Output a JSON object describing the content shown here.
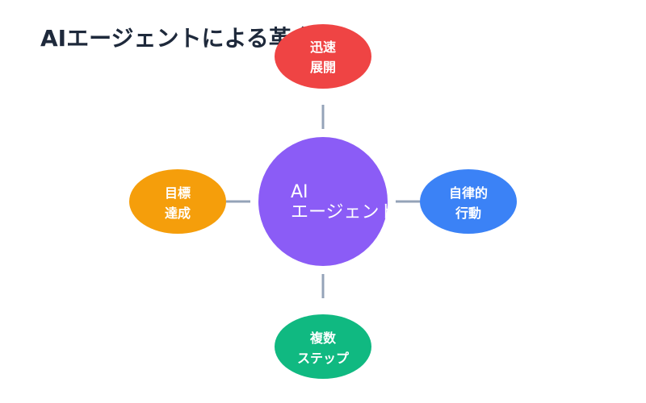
{
  "title": "AIエージェントによる革命",
  "center": {
    "line1": "AI",
    "line2": "エージェント",
    "color": "#8b5cf6"
  },
  "nodes": {
    "top": {
      "line1": "迅速",
      "line2": "展開",
      "color": "#ef4444"
    },
    "right": {
      "line1": "自律的",
      "line2": "行動",
      "color": "#3b82f6"
    },
    "bottom": {
      "line1": "複数",
      "line2": "ステップ",
      "color": "#10b981"
    },
    "left": {
      "line1": "目標",
      "line2": "達成",
      "color": "#f59e0b"
    }
  },
  "connector_color": "#94a3b8"
}
